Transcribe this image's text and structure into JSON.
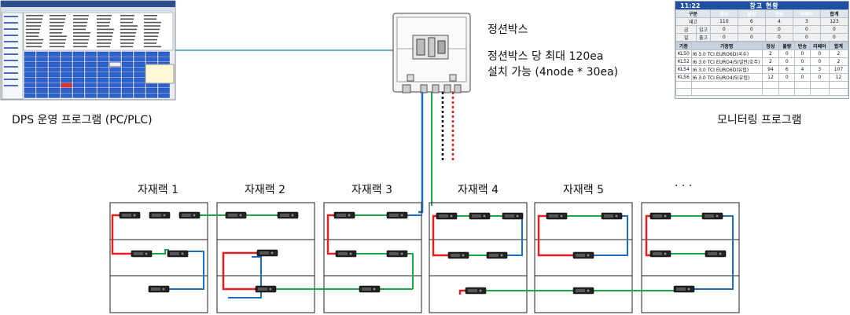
{
  "labels": {
    "dps_program": "DPS 운영 프로그램 (PC/PLC)",
    "junction_box": "정션박스",
    "junction_note_1": "정션박스 당 최대 120ea",
    "junction_note_2": "설치 가능 (4node * 30ea)",
    "monitoring_program": "모니터링 프로그램",
    "racks": [
      "자재랙 1",
      "자재랙 2",
      "자재랙 3",
      "자재랙 4",
      "자재랙 5",
      "· · ·"
    ]
  },
  "monitor": {
    "time": "11:22",
    "title": "창고 현황",
    "header": [
      "구분",
      "정상",
      "불량",
      "반송",
      "리페어",
      "합계"
    ],
    "rows": [
      {
        "label": "재고",
        "values": [
          "110",
          "6",
          "4",
          "3",
          "123"
        ]
      },
      {
        "label": "입고",
        "prefix": "금",
        "values": [
          "0",
          "0",
          "0",
          "0",
          "0"
        ]
      },
      {
        "label": "출고",
        "prefix": "일",
        "values": [
          "0",
          "0",
          "0",
          "0",
          "0"
        ]
      }
    ],
    "item_header": [
      "기종",
      "기종명",
      "정상",
      "불량",
      "반송",
      "리페어",
      "합계"
    ],
    "items": [
      {
        "code": "KL50",
        "name": "I6 3.0 TCI EURO6D(국수)",
        "values": [
          "2",
          "0",
          "0",
          "0",
          "2"
        ]
      },
      {
        "code": "KL52",
        "name": "I6 3.0 TCI EURO4/5(일반/호주)",
        "values": [
          "2",
          "0",
          "0",
          "0",
          "2"
        ]
      },
      {
        "code": "KL54",
        "name": "I6 3.0 TCI EURO6D(유럽)",
        "values": [
          "94",
          "6",
          "4",
          "3",
          "107"
        ]
      },
      {
        "code": "KL56",
        "name": "I6 3.0 TCI EURO4/5(유럽)",
        "values": [
          "12",
          "0",
          "0",
          "0",
          "12"
        ]
      }
    ]
  },
  "colors": {
    "red_wire": "#e02020",
    "green_wire": "#1aa84a",
    "blue_wire": "#1f6fc0",
    "black_wire": "#111111"
  }
}
